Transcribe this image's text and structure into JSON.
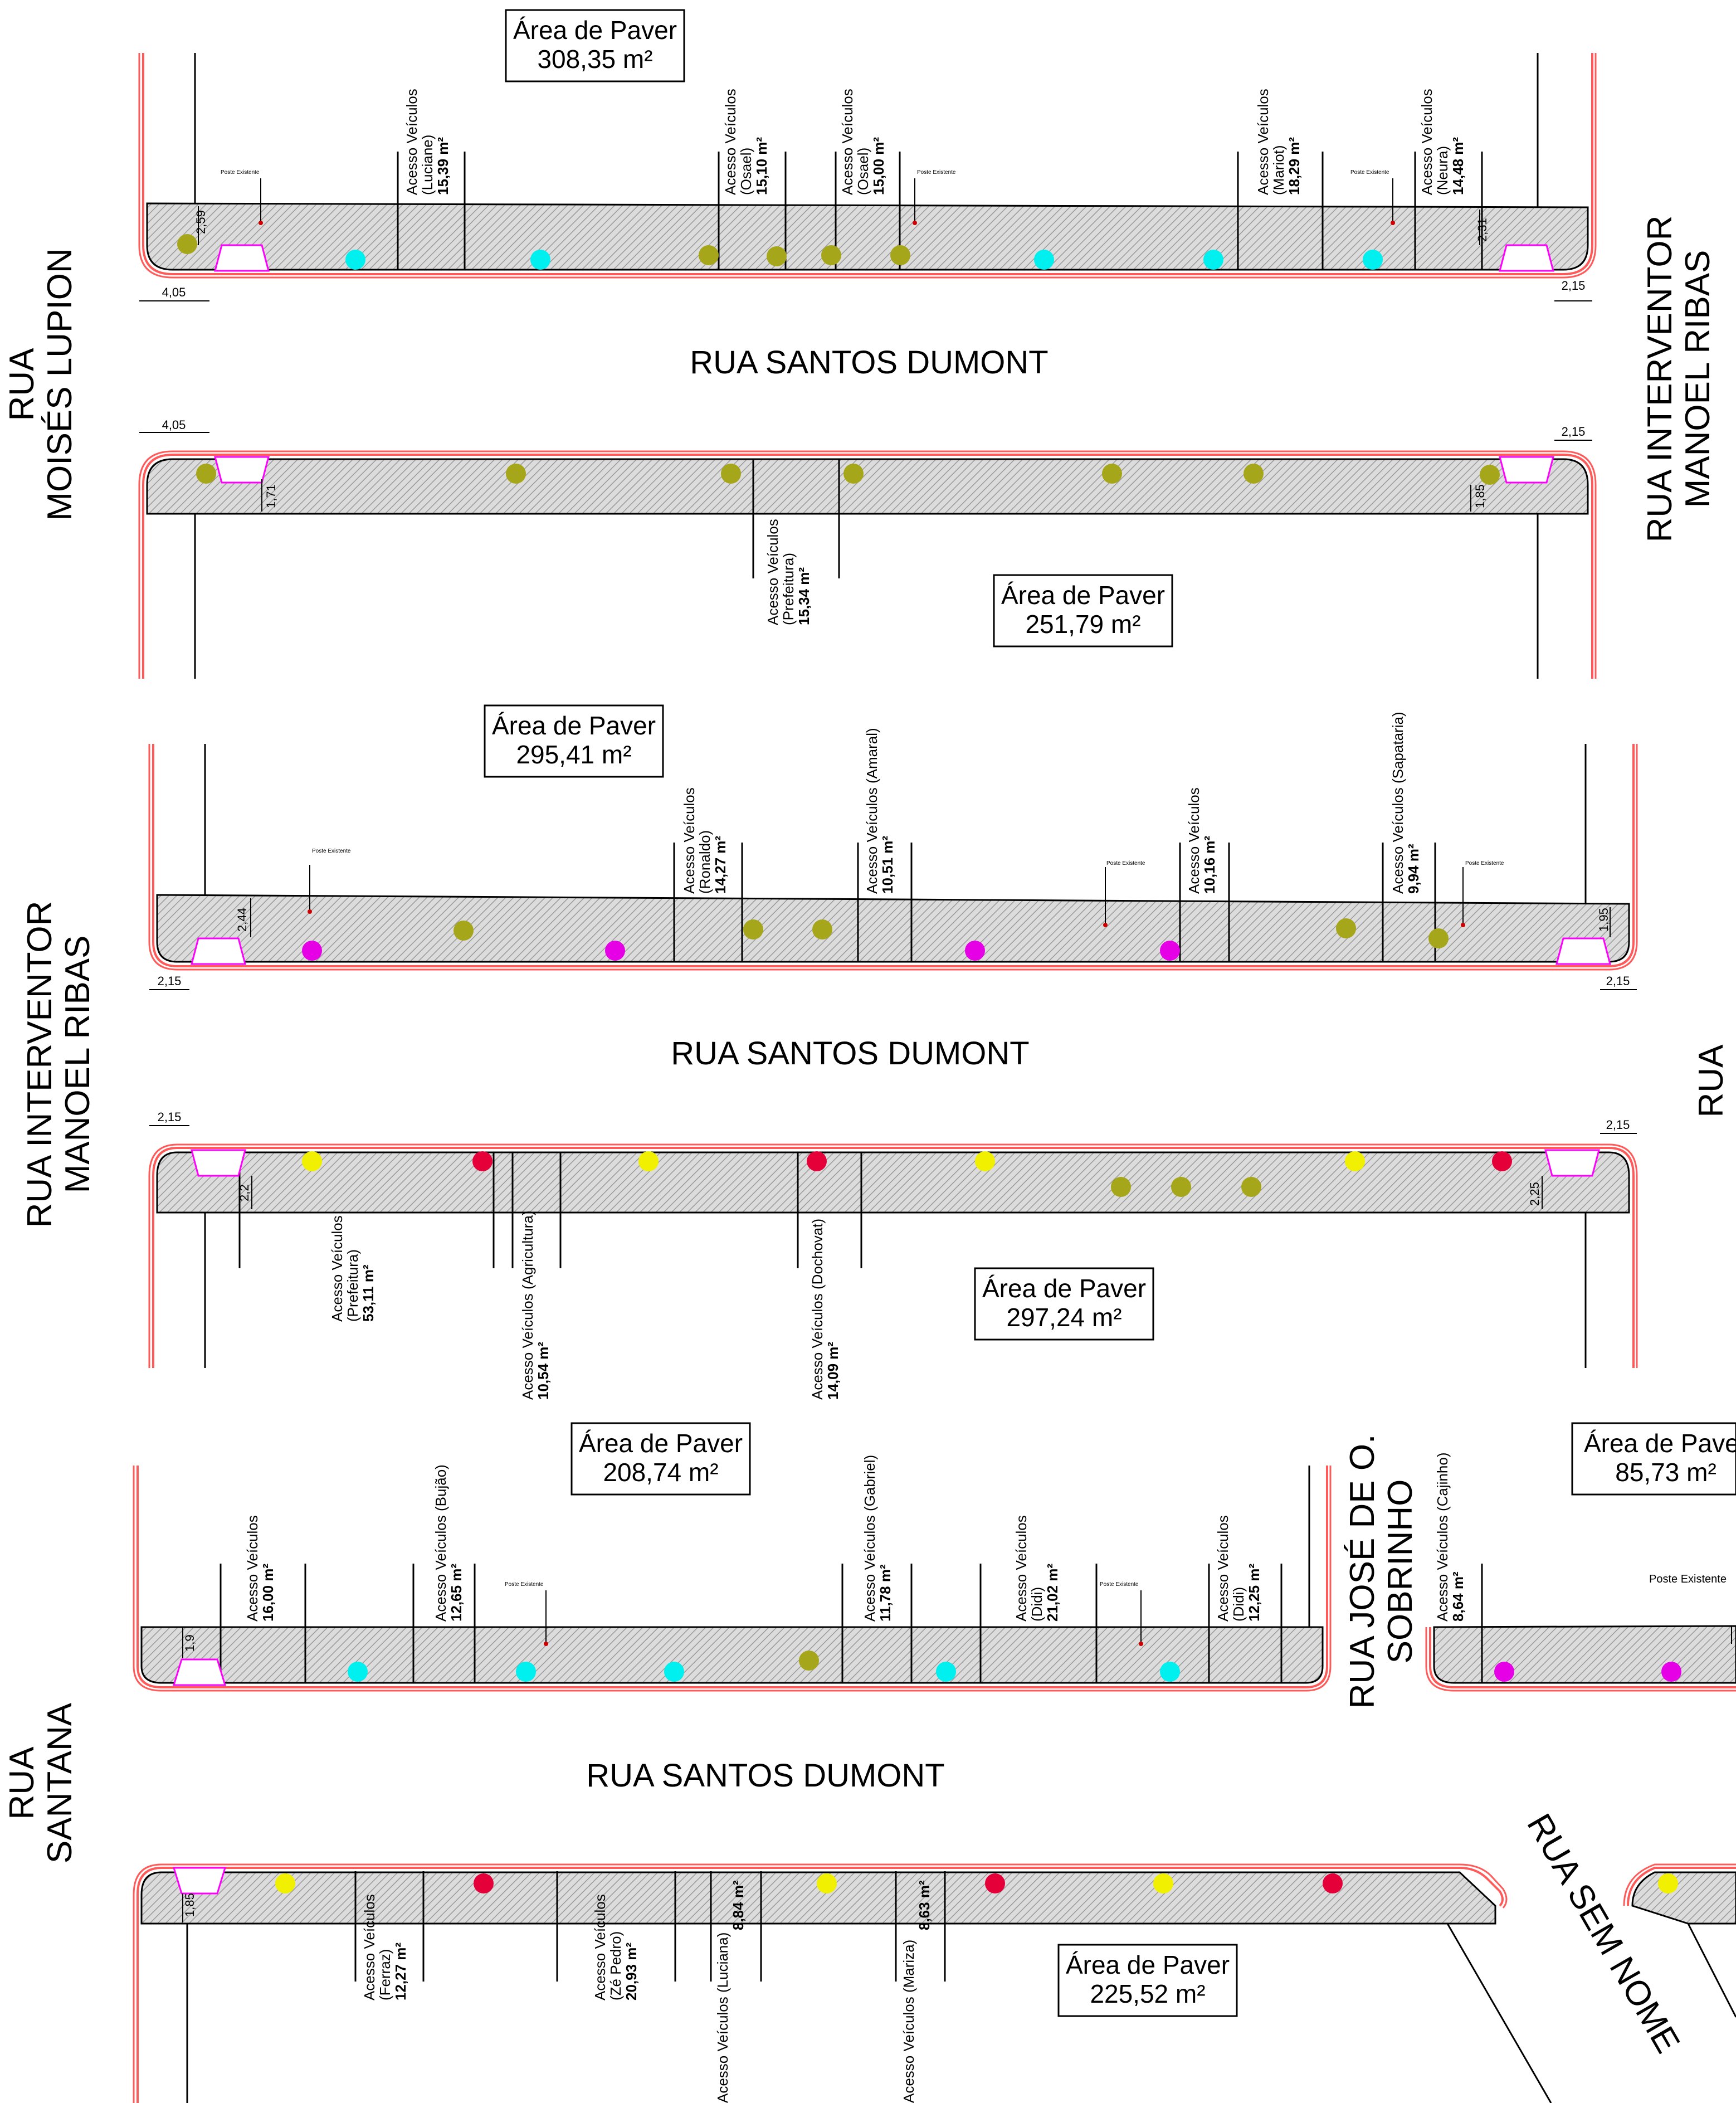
{
  "streets": {
    "santos_dumont": "RUA SANTOS DUMONT",
    "moises_lupion": [
      "RUA",
      "MOISÉS LUPION"
    ],
    "interventor_right": [
      "RUA INTERVENTOR",
      "MANOEL RIBAS"
    ],
    "interventor_left": [
      "RUA INTERVENTOR",
      "MANOEL RIBAS"
    ],
    "santana_right": [
      "RUA",
      "SANTANA"
    ],
    "santana_left": [
      "RUA",
      "SANTANA"
    ],
    "jose": [
      "RUA JOSÉ DE O.",
      "SOBRINHO"
    ],
    "sem_nome": "RUA SEM NOME"
  },
  "areas": [
    {
      "label": "Área de Paver",
      "value": "308,35 m²"
    },
    {
      "label": "Área de Paver",
      "value": "251,79 m²"
    },
    {
      "label": "Área de Paver",
      "value": "295,41 m²"
    },
    {
      "label": "Área de Paver",
      "value": "297,24 m²"
    },
    {
      "label": "Área de Paver",
      "value": "208,74 m²"
    },
    {
      "label": "Área de Paver",
      "value": "85,73 m²"
    },
    {
      "label": "Área de Paver",
      "value": "225,52 m²"
    }
  ],
  "poste": "Poste Existente",
  "dims": {
    "d405": "4,05",
    "d215": "2,15",
    "d259": "2,59",
    "d231": "2,31",
    "d171": "1,71",
    "d185": "1,85",
    "d244": "2,44",
    "d195": "1,95",
    "d22": "2,2",
    "d225": "2,25",
    "d19": "1,9"
  },
  "accesses": [
    {
      "lines": [
        "Acesso Veículos",
        "(Luciane)"
      ],
      "area": "15,39 m²"
    },
    {
      "lines": [
        "Acesso Veículos",
        "(Osael)"
      ],
      "area": "15,10 m²"
    },
    {
      "lines": [
        "Acesso Veículos",
        "(Osael)"
      ],
      "area": "15,00 m²"
    },
    {
      "lines": [
        "Acesso Veículos",
        "(Mariot)"
      ],
      "area": "18,29 m²"
    },
    {
      "lines": [
        "Acesso Veículos",
        "(Neura)"
      ],
      "area": "14,48 m²"
    },
    {
      "lines": [
        "Acesso Veículos",
        "(Prefeitura)"
      ],
      "area": "15,34 m²"
    },
    {
      "lines": [
        "Acesso Veículos",
        "(Ronaldo)"
      ],
      "area": "14,27 m²"
    },
    {
      "lines": [
        "Acesso Veículos (Amaral)"
      ],
      "area": "10,51 m²"
    },
    {
      "lines": [
        "Acesso Veículos"
      ],
      "area": "10,16 m²"
    },
    {
      "lines": [
        "Acesso Veículos (Sapataria)"
      ],
      "area": "9,94 m²"
    },
    {
      "lines": [
        "Acesso Veículos",
        "(Prefeitura)"
      ],
      "area": "53,11 m²"
    },
    {
      "lines": [
        "Acesso Veículos (Agricultura)"
      ],
      "area": "10,54 m²"
    },
    {
      "lines": [
        "Acesso Veículos (Dochovat)"
      ],
      "area": "14,09 m²"
    },
    {
      "lines": [
        "Acesso Veículos"
      ],
      "area": "16,00 m²"
    },
    {
      "lines": [
        "Acesso Veículos (Bujão)"
      ],
      "area": "12,65 m²"
    },
    {
      "lines": [
        "Acesso Veículos (Gabriel)"
      ],
      "area": "11,78 m²"
    },
    {
      "lines": [
        "Acesso Veículos",
        "(Didi)"
      ],
      "area": "21,02 m²"
    },
    {
      "lines": [
        "Acesso Veículos",
        "(Didi)"
      ],
      "area": "12,25 m²"
    },
    {
      "lines": [
        "Acesso Veículos (Cajinho)"
      ],
      "area": "8,64 m²"
    },
    {
      "lines": [
        "Acesso Veículos",
        "(Ferraz)"
      ],
      "area": "12,27 m²"
    },
    {
      "lines": [
        "Acesso Veículos",
        "(Zé Pedro)"
      ],
      "area": "20,93 m²"
    },
    {
      "lines": [
        "Acesso Veículos (Luciana)"
      ],
      "area": "8,84 m²"
    },
    {
      "lines": [
        "Acesso Veículos (Mariza)"
      ],
      "area": "8,63 m²"
    }
  ],
  "colors": {
    "curb": "#ff5a5a",
    "paver": "#d2d2d2",
    "ramp": "#ff00ff",
    "olive": "#a6a61a",
    "cyan": "#00f0f0",
    "magenta": "#e600e6",
    "yellow": "#f0f000",
    "red": "#e6003a"
  }
}
